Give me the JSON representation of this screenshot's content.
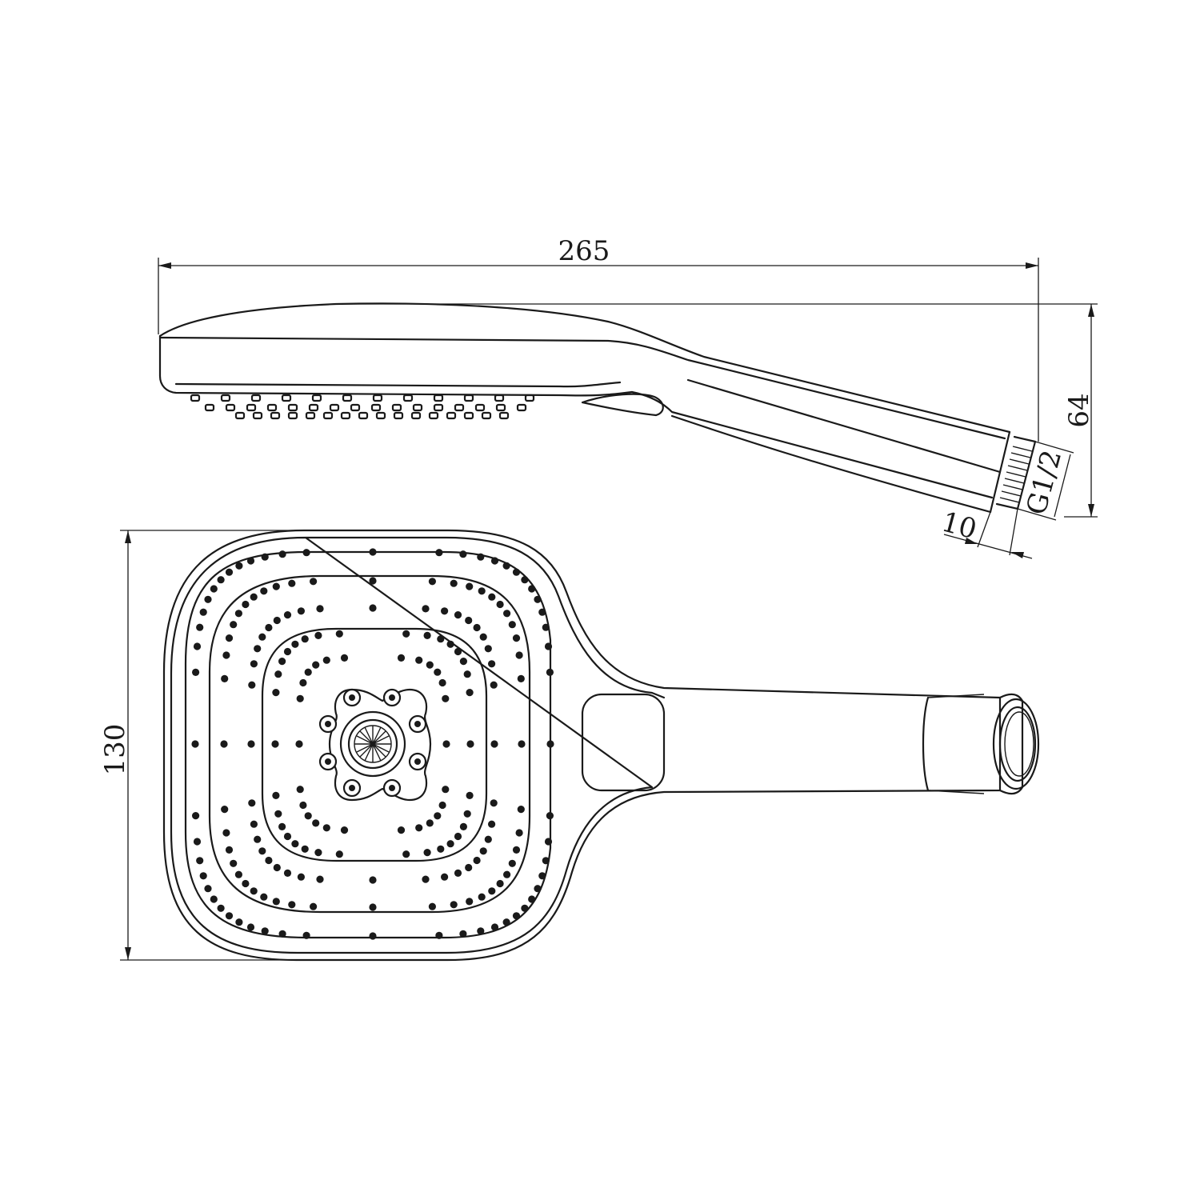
{
  "dimensions": {
    "overall_length": "265",
    "height": "64",
    "thread": "G1/2",
    "thread_length": "10",
    "head_width": "130"
  },
  "colors": {
    "line": "#1a1a1a",
    "background": "#ffffff"
  }
}
